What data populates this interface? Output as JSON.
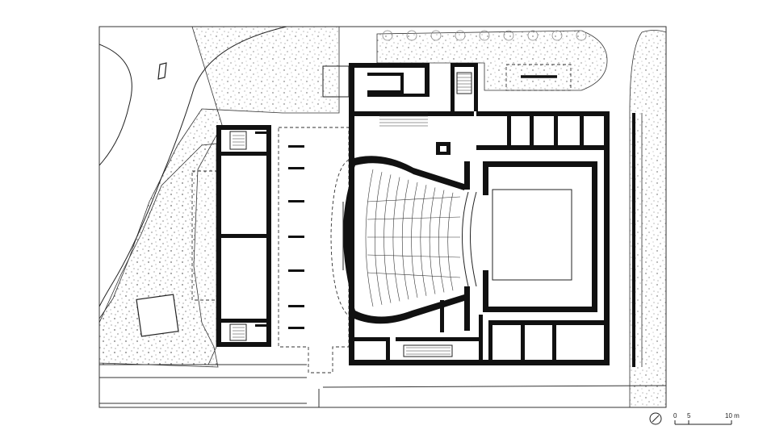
{
  "scale_bar": {
    "tick_zero": "0",
    "tick_five": "5",
    "tick_ten": "10 m"
  },
  "north_arrow": {
    "icon": "north-arrow-icon"
  }
}
